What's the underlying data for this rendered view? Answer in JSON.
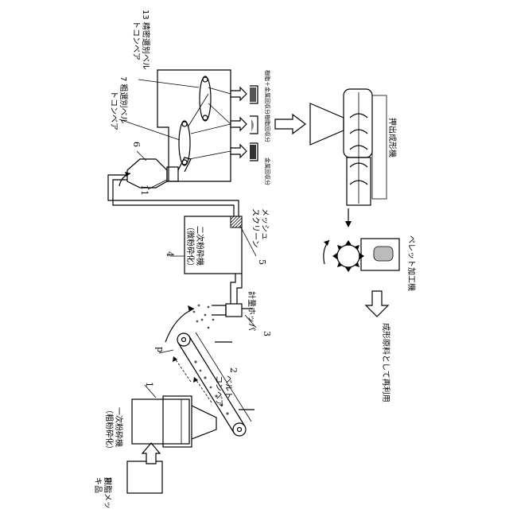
{
  "labels": {
    "resin_metal_product_line1": "樹脂メッ",
    "resin_metal_product_line2": "キ品",
    "p_input": "p",
    "p_belt": "p",
    "primary_crusher_line1": "一次粉砕機",
    "primary_crusher_line2": "（粗粉砕化）",
    "num_1": "1",
    "belt_conveyor_line1": "ベルト",
    "belt_conveyor_line2": "コンベア",
    "num_2": "2",
    "weighing_hopper": "計量ホッパ",
    "num_3": "3",
    "secondary_crusher_line1": "二次粉砕機",
    "secondary_crusher_line2": "（微粉砕化）",
    "num_4": "4",
    "num_5": "5",
    "mesh_screen_line1": "メッシュ",
    "mesh_screen_line2": "スクリーン",
    "num_6": "6",
    "num_11": "11",
    "coarse_belt_line1": "7 粗選別ベル",
    "coarse_belt_line2": "トコンベア",
    "fine_belt_line1": "13 精密選別ベル",
    "fine_belt_line2": "トコンベア",
    "resin_metal_fraction": "樹脂＋金属回収分",
    "resin_fraction": "樹脂回収分",
    "metal_fraction": "金属回収分",
    "extruder": "押出成形機",
    "pellet_machine": "ペレット加工機",
    "reuse": "成形原料として再利用"
  }
}
